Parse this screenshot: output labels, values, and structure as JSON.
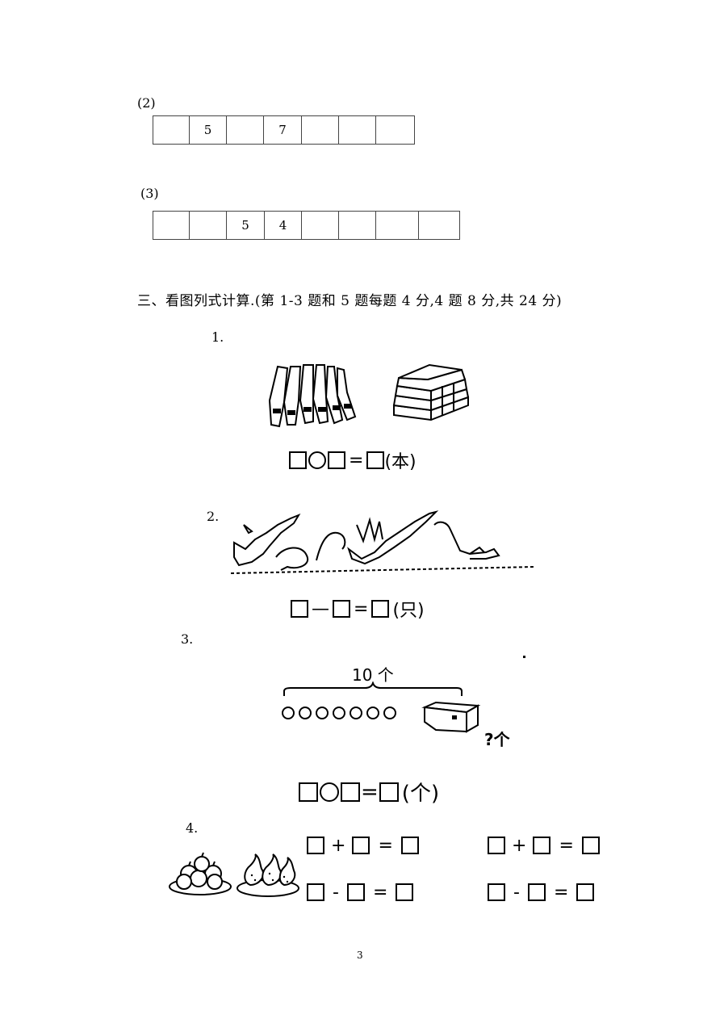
{
  "section2": {
    "q2": {
      "label": "(2)",
      "cells": [
        "",
        "5",
        "",
        "7",
        "",
        "",
        ""
      ]
    },
    "q3": {
      "label": "(3)",
      "cells": [
        "",
        "",
        "5",
        "4",
        "",
        "",
        "",
        ""
      ]
    }
  },
  "section3": {
    "heading": "三、看图列式计算.(第 1-3 题和 5 题每题 4 分,4 题 8 分,共 24 分)",
    "q1": {
      "label": "1.",
      "eq_equals": "=",
      "unit": "(本)"
    },
    "q2": {
      "label": "2.",
      "eq_minus": "—",
      "eq_equals": "=",
      "unit": "(只)"
    },
    "q3": {
      "label": "3.",
      "total_text": "10 个",
      "unknown_text": "?个",
      "eq_equals": "=",
      "unit": "(个)"
    },
    "q4": {
      "label": "4.",
      "plus": "+",
      "minus": "-",
      "equals": "="
    }
  },
  "page_number": "3"
}
